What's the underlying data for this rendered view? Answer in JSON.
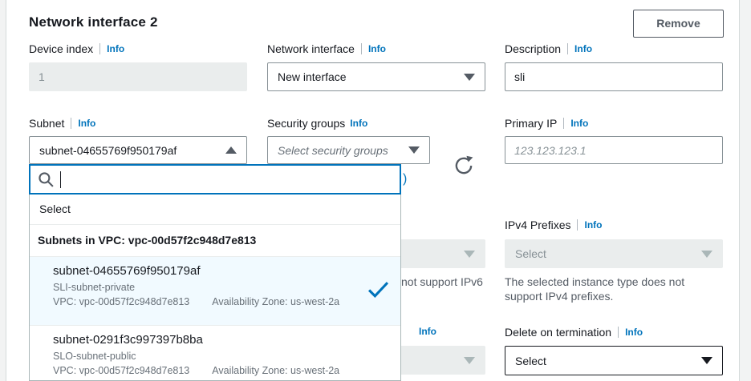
{
  "header": {
    "title": "Network interface 2",
    "remove_button": "Remove"
  },
  "labels": {
    "device_index": "Device index",
    "network_interface": "Network interface",
    "description": "Description",
    "subnet": "Subnet",
    "security_groups": "Security groups",
    "primary_ip": "Primary IP",
    "ipv4_prefixes": "IPv4 Prefixes",
    "delete_on_termination": "Delete on termination",
    "info": "Info"
  },
  "values": {
    "device_index": "1",
    "network_interface": "New interface",
    "description": "sli",
    "subnet": "subnet-04655769f950179af",
    "security_groups_placeholder": "Select security groups",
    "primary_ip_placeholder": "123.123.123.1",
    "ipv4_prefixes": "Select",
    "delete_on_termination": "Select"
  },
  "help_texts": {
    "ipv4_prefixes": "The selected instance type does not support IPv4 prefixes.",
    "ipv6_visible_fragment": "not support IPv6",
    "obscured_link_fragment": ")"
  },
  "subnet_dropdown": {
    "search_value": "",
    "first_option": "Select",
    "group_header": "Subnets in VPC: vpc-00d57f2c948d7e813",
    "options": [
      {
        "id": "subnet-04655769f950179af",
        "name": "SLI-subnet-private",
        "vpc": "VPC: vpc-00d57f2c948d7e813",
        "availability_zone": "Availability Zone: us-west-2a",
        "selected": true
      },
      {
        "id": "subnet-0291f3c997397b8ba",
        "name": "SLO-subnet-public",
        "vpc": "VPC: vpc-00d57f2c948d7e813",
        "availability_zone": "Availability Zone: us-west-2a",
        "selected": false
      }
    ]
  },
  "colors": {
    "link_blue": "#0073bb",
    "focus_blue": "#0073bb",
    "selected_option_bg": "#f1faff",
    "disabled_bg": "#eaeded",
    "control_border": "#879196",
    "primary_text": "#16191f",
    "secondary_text": "#687078",
    "button_border": "#545b64"
  }
}
